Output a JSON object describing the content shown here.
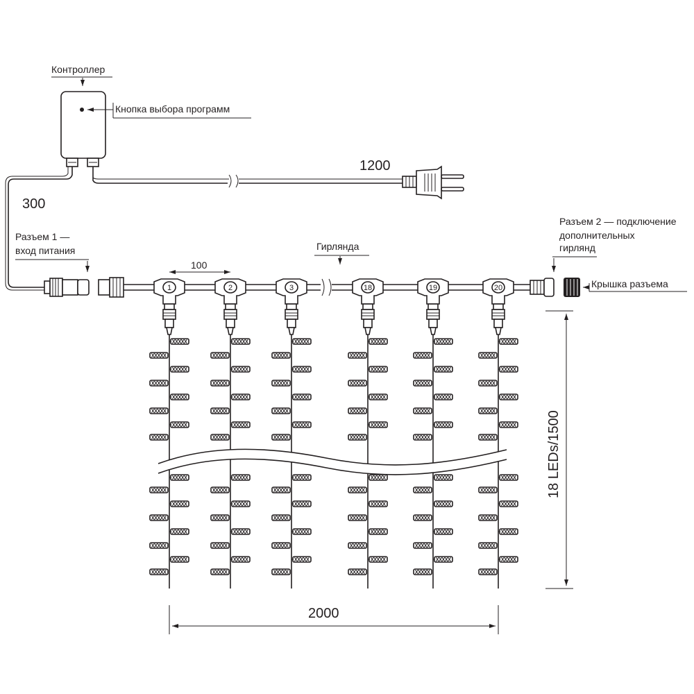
{
  "labels": {
    "controller": "Контроллер",
    "button": "Кнопка выбора программ",
    "connector1_line1": "Разъем 1 —",
    "connector1_line2": "вход питания",
    "garland": "Гирлянда",
    "connector2_line1": "Разъем 2 — подключение",
    "connector2_line2": "дополнительных",
    "connector2_line3": "гирлянд",
    "cap": "Крышка разъема"
  },
  "dimensions": {
    "power_cable": "1200",
    "controller_cable": "300",
    "string_spacing": "100",
    "total_width": "2000",
    "string_height": "18 LEDs/1500"
  },
  "strings": {
    "numbers": [
      "1",
      "2",
      "3",
      "18",
      "19",
      "20"
    ],
    "leds_per_string": "18"
  }
}
